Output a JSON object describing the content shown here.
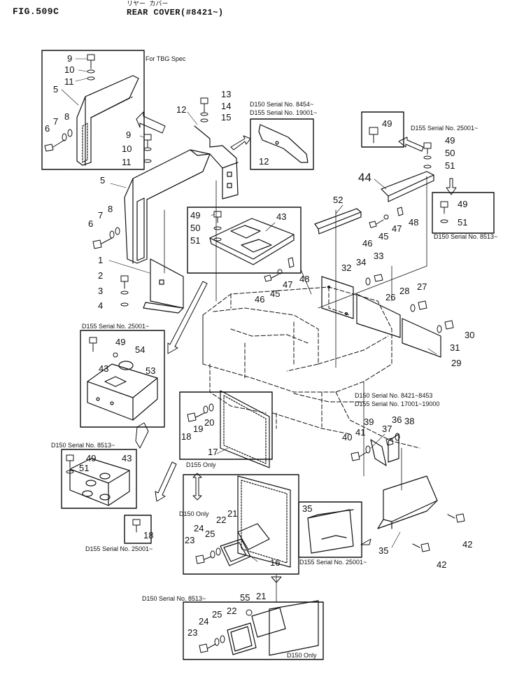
{
  "header": {
    "fig_label": "FIG.509C",
    "kana": "リヤー カバー",
    "title": "REAR COVER(#8421~)"
  },
  "notes": [
    {
      "id": "tbg",
      "text": "For TBG Spec"
    },
    {
      "id": "inset12a",
      "text": "D150 Serial No. 8454~"
    },
    {
      "id": "inset12b",
      "text": "D155 Serial No. 19001~"
    },
    {
      "id": "inset49a",
      "text": "D155 Serial No. 25001~"
    },
    {
      "id": "inset49b",
      "text": "D150 Serial No. 8513~"
    },
    {
      "id": "inset43a",
      "text": "D155 Serial No. 25001~"
    },
    {
      "id": "inset43b",
      "text": "D150 Serial No. 8513~"
    },
    {
      "id": "d155only",
      "text": "D155 Only"
    },
    {
      "id": "d150only1",
      "text": "D150 Only"
    },
    {
      "id": "inset18",
      "text": "D155 Serial No. 25001~"
    },
    {
      "id": "inset35",
      "text": "D155 Serial No. 25001~"
    },
    {
      "id": "bracket1",
      "text": "D150 Serial No. 8421~8453"
    },
    {
      "id": "bracket2",
      "text": "D155 Serial No. 17001~19000"
    },
    {
      "id": "bottom_serial",
      "text": "D150 Serial No. 8513~"
    },
    {
      "id": "d150only2",
      "text": "D150 Only"
    }
  ],
  "callouts": [
    {
      "id": "c9a",
      "text": "9"
    },
    {
      "id": "c10a",
      "text": "10"
    },
    {
      "id": "c11a",
      "text": "11"
    },
    {
      "id": "c5a",
      "text": "5"
    },
    {
      "id": "c7a",
      "text": "7"
    },
    {
      "id": "c8a",
      "text": "8"
    },
    {
      "id": "c6a",
      "text": "6"
    },
    {
      "id": "c13",
      "text": "13"
    },
    {
      "id": "c14",
      "text": "14"
    },
    {
      "id": "c15",
      "text": "15"
    },
    {
      "id": "c12",
      "text": "12"
    },
    {
      "id": "c12i",
      "text": "12"
    },
    {
      "id": "c9b",
      "text": "9"
    },
    {
      "id": "c10b",
      "text": "10"
    },
    {
      "id": "c11b",
      "text": "11"
    },
    {
      "id": "c5b",
      "text": "5"
    },
    {
      "id": "c7b",
      "text": "7"
    },
    {
      "id": "c8b",
      "text": "8"
    },
    {
      "id": "c6b",
      "text": "6"
    },
    {
      "id": "c1",
      "text": "1"
    },
    {
      "id": "c2",
      "text": "2"
    },
    {
      "id": "c3",
      "text": "3"
    },
    {
      "id": "c4",
      "text": "4"
    },
    {
      "id": "c49a",
      "text": "49"
    },
    {
      "id": "c50a",
      "text": "50"
    },
    {
      "id": "c51a",
      "text": "51"
    },
    {
      "id": "c43a",
      "text": "43"
    },
    {
      "id": "c46a",
      "text": "46"
    },
    {
      "id": "c45a",
      "text": "45"
    },
    {
      "id": "c47a",
      "text": "47"
    },
    {
      "id": "c48a",
      "text": "48"
    },
    {
      "id": "c52",
      "text": "52"
    },
    {
      "id": "c32",
      "text": "32"
    },
    {
      "id": "c34",
      "text": "34"
    },
    {
      "id": "c33",
      "text": "33"
    },
    {
      "id": "c49i",
      "text": "49"
    },
    {
      "id": "c49b",
      "text": "49"
    },
    {
      "id": "c50b",
      "text": "50"
    },
    {
      "id": "c51b",
      "text": "51"
    },
    {
      "id": "c44",
      "text": "44"
    },
    {
      "id": "c49c",
      "text": "49"
    },
    {
      "id": "c51c",
      "text": "51"
    },
    {
      "id": "c46b",
      "text": "46"
    },
    {
      "id": "c45b",
      "text": "45"
    },
    {
      "id": "c47b",
      "text": "47"
    },
    {
      "id": "c48b",
      "text": "48"
    },
    {
      "id": "c28",
      "text": "28"
    },
    {
      "id": "c27",
      "text": "27"
    },
    {
      "id": "c26",
      "text": "26"
    },
    {
      "id": "c30",
      "text": "30"
    },
    {
      "id": "c31",
      "text": "31"
    },
    {
      "id": "c29",
      "text": "29"
    },
    {
      "id": "c49d",
      "text": "49"
    },
    {
      "id": "c54",
      "text": "54"
    },
    {
      "id": "c43b",
      "text": "43"
    },
    {
      "id": "c53",
      "text": "53"
    },
    {
      "id": "c18a",
      "text": "18"
    },
    {
      "id": "c19",
      "text": "19"
    },
    {
      "id": "c20",
      "text": "20"
    },
    {
      "id": "c17",
      "text": "17"
    },
    {
      "id": "c49e",
      "text": "49"
    },
    {
      "id": "c51e",
      "text": "51"
    },
    {
      "id": "c43c",
      "text": "43"
    },
    {
      "id": "c18b",
      "text": "18"
    },
    {
      "id": "c22a",
      "text": "22"
    },
    {
      "id": "c21a",
      "text": "21"
    },
    {
      "id": "c24a",
      "text": "24"
    },
    {
      "id": "c25a",
      "text": "25"
    },
    {
      "id": "c23a",
      "text": "23"
    },
    {
      "id": "c16",
      "text": "16"
    },
    {
      "id": "c35a",
      "text": "35"
    },
    {
      "id": "c39",
      "text": "39"
    },
    {
      "id": "c36",
      "text": "36"
    },
    {
      "id": "c38",
      "text": "38"
    },
    {
      "id": "c37",
      "text": "37"
    },
    {
      "id": "c40",
      "text": "40"
    },
    {
      "id": "c41",
      "text": "41"
    },
    {
      "id": "c35b",
      "text": "35"
    },
    {
      "id": "c42a",
      "text": "42"
    },
    {
      "id": "c42b",
      "text": "42"
    },
    {
      "id": "c55",
      "text": "55"
    },
    {
      "id": "c21b",
      "text": "21"
    },
    {
      "id": "c22b",
      "text": "22"
    },
    {
      "id": "c25b",
      "text": "25"
    },
    {
      "id": "c24b",
      "text": "24"
    },
    {
      "id": "c23b",
      "text": "23"
    }
  ]
}
